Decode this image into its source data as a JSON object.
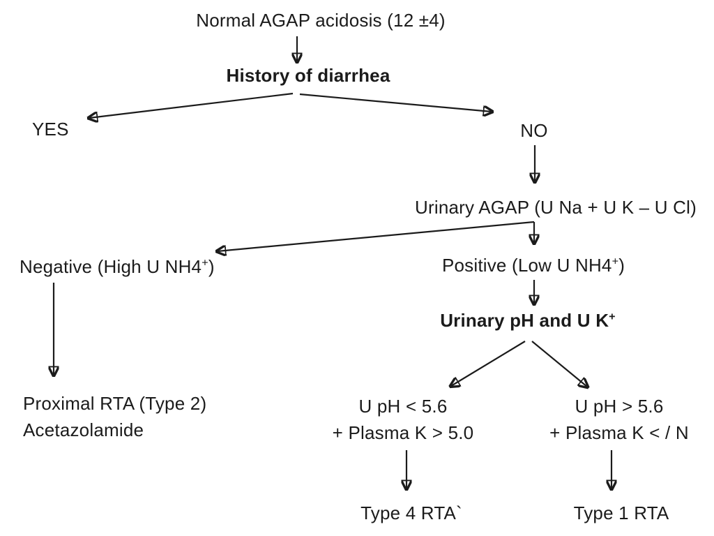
{
  "diagram": {
    "type": "flowchart",
    "title": "Normal AGAP acidosis (12 ±4)",
    "colors": {
      "background": "#ffffff",
      "text": "#1b1b1b",
      "line": "#1b1b1b"
    },
    "nodes": {
      "root": {
        "label": "Normal AGAP acidosis (12 ±4)"
      },
      "history": {
        "label": "History of diarrhea"
      },
      "yes": {
        "label": "YES"
      },
      "no": {
        "label": "NO"
      },
      "urinary_agap": {
        "label": "Urinary AGAP (U Na + U K – U Cl)"
      },
      "negative": {
        "parts": [
          "Negative (High U NH4",
          "+",
          ")"
        ]
      },
      "positive": {
        "parts": [
          "Positive (Low U NH4",
          "+",
          ")"
        ]
      },
      "proximal_rta": {
        "line1": "Proximal RTA (Type 2)",
        "line2": "Acetazolamide"
      },
      "urinary_ph": {
        "parts": [
          "Urinary pH and U K",
          "+",
          ""
        ]
      },
      "uph_low": {
        "line1": "U pH < 5.6",
        "line2": "+ Plasma K > 5.0"
      },
      "uph_high": {
        "line1": "U pH > 5.6",
        "line2": "+ Plasma K < / N"
      },
      "type4": {
        "label": "Type 4 RTA`"
      },
      "type1": {
        "label": "Type 1 RTA"
      }
    },
    "edges": [
      {
        "from": "root",
        "to": "history"
      },
      {
        "from": "history",
        "to": "yes"
      },
      {
        "from": "history",
        "to": "no"
      },
      {
        "from": "no",
        "to": "urinary_agap"
      },
      {
        "from": "urinary_agap",
        "to": "negative"
      },
      {
        "from": "urinary_agap",
        "to": "positive"
      },
      {
        "from": "negative",
        "to": "proximal_rta"
      },
      {
        "from": "positive",
        "to": "urinary_ph"
      },
      {
        "from": "urinary_ph",
        "to": "uph_low"
      },
      {
        "from": "urinary_ph",
        "to": "uph_high"
      },
      {
        "from": "uph_low",
        "to": "type4"
      },
      {
        "from": "uph_high",
        "to": "type1"
      }
    ]
  }
}
